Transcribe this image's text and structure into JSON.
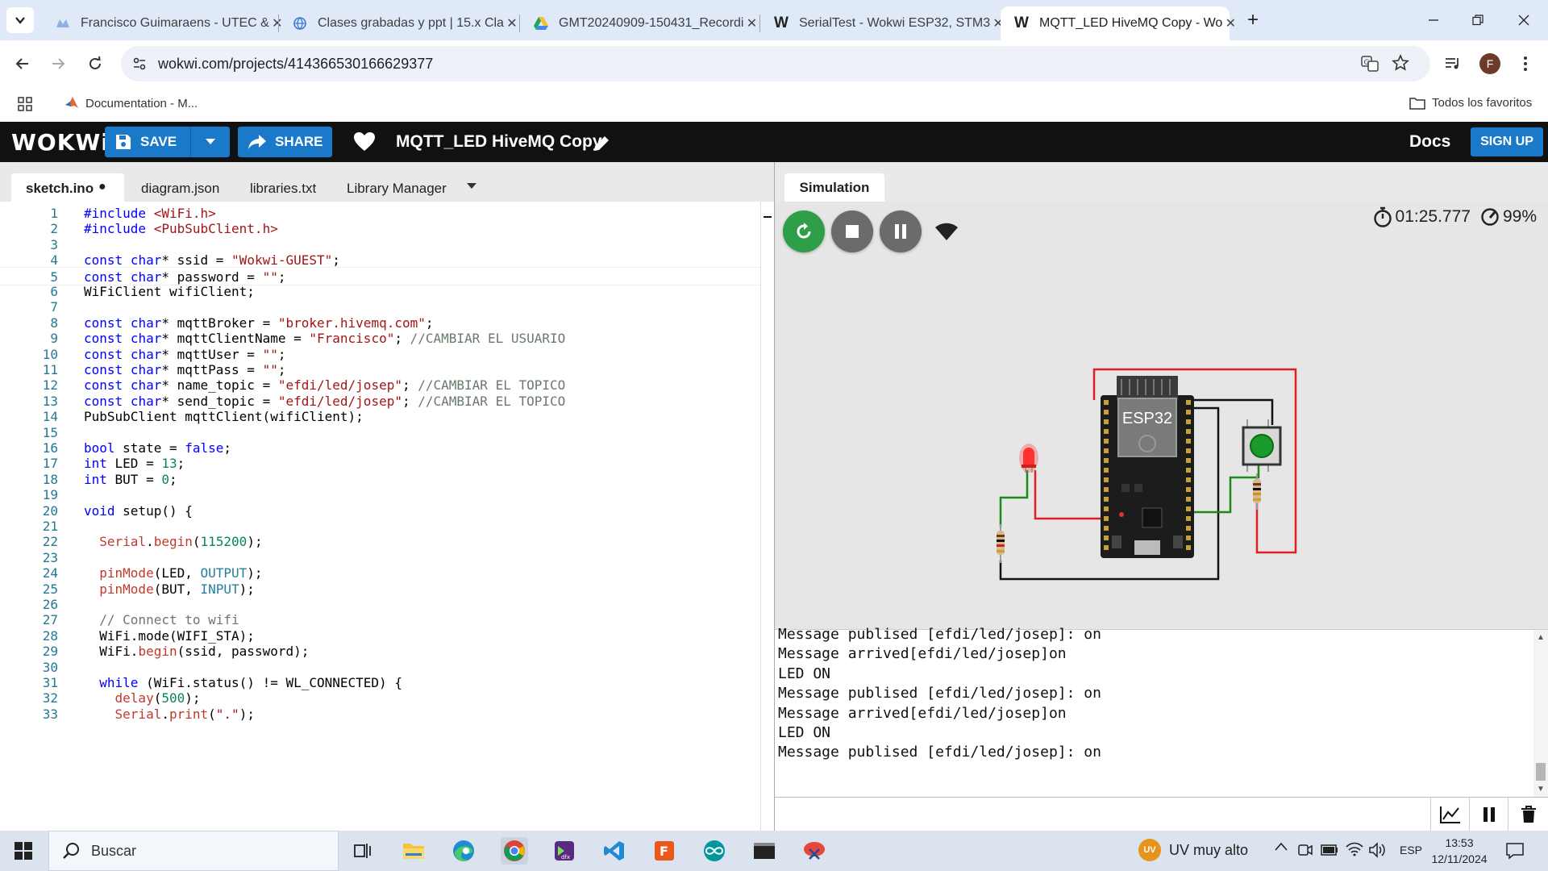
{
  "browser": {
    "tabs": [
      {
        "title": "Francisco Guimaraens - UTEC &",
        "icon": "utec-icon"
      },
      {
        "title": "Clases grabadas y ppt | 15.x Cla",
        "icon": "globe-icon"
      },
      {
        "title": "GMT20240909-150431_Recordi",
        "icon": "google-drive-icon"
      },
      {
        "title": "SerialTest - Wokwi ESP32, STM3",
        "icon": "wokwi-icon"
      },
      {
        "title": "MQTT_LED HiveMQ Copy - Wo",
        "icon": "wokwi-icon"
      }
    ],
    "url": "wokwi.com/projects/414366530166629377",
    "profile_initial": "F",
    "bookmarks": [
      {
        "label": "Documentation - M..."
      }
    ],
    "bookmarks_right": "Todos los favoritos"
  },
  "wokwi": {
    "logo": "WOKWi",
    "save_label": "SAVE",
    "share_label": "SHARE",
    "project_title": "MQTT_LED HiveMQ Copy",
    "docs_label": "Docs",
    "signup_label": "SIGN UP",
    "editor_tabs": [
      {
        "label": "sketch.ino",
        "modified": "●"
      },
      {
        "label": "diagram.json"
      },
      {
        "label": "libraries.txt"
      },
      {
        "label": "Library Manager"
      }
    ],
    "simulation_tab": "Simulation",
    "timer": "01:25.777",
    "speed": "99%",
    "chip_label": "ESP32",
    "serial_lines": [
      "Message publised [efdi/led/josep]: on",
      "Message arrived[efdi/led/josep]on",
      "LED ON",
      "Message publised [efdi/led/josep]: on",
      "Message arrived[efdi/led/josep]on",
      "LED ON",
      "Message publised [efdi/led/josep]: on"
    ]
  },
  "code_lines": [
    "#include <WiFi.h>",
    "#include <PubSubClient.h>",
    "",
    "const char* ssid = \"Wokwi-GUEST\";",
    "const char* password = \"\";",
    "WiFiClient wifiClient;",
    "",
    "const char* mqttBroker = \"broker.hivemq.com\";",
    "const char* mqttClientName = \"Francisco\"; //CAMBIAR EL USUARIO",
    "const char* mqttUser = \"\";",
    "const char* mqttPass = \"\";",
    "const char* name_topic = \"efdi/led/josep\"; //CAMBIAR EL TOPICO",
    "const char* send_topic = \"efdi/led/josep\"; //CAMBIAR EL TOPICO",
    "PubSubClient mqttClient(wifiClient);",
    "",
    "bool state = false;",
    "int LED = 13;",
    "int BUT = 0;",
    "",
    "void setup() {",
    "",
    "  Serial.begin(115200);",
    "",
    "  pinMode(LED, OUTPUT);",
    "  pinMode(BUT, INPUT);",
    "",
    "  // Connect to wifi",
    "  WiFi.mode(WIFI_STA);",
    "  WiFi.begin(ssid, password);",
    "",
    "  while (WiFi.status() != WL_CONNECTED) {",
    "    delay(500);",
    "    Serial.print(\".\");"
  ],
  "taskbar": {
    "search_placeholder": "Buscar",
    "weather": "UV muy alto",
    "weather_badge": "UV",
    "language": "ESP",
    "time": "13:53",
    "date": "12/11/2024"
  },
  "colors": {
    "wokwi_header": "#111111",
    "accent_blue": "#1b79c9",
    "restart_green": "#2e9e48",
    "control_gray": "#6b6b6b",
    "wire_red": "#e02020",
    "wire_green": "#1a8a1a"
  }
}
